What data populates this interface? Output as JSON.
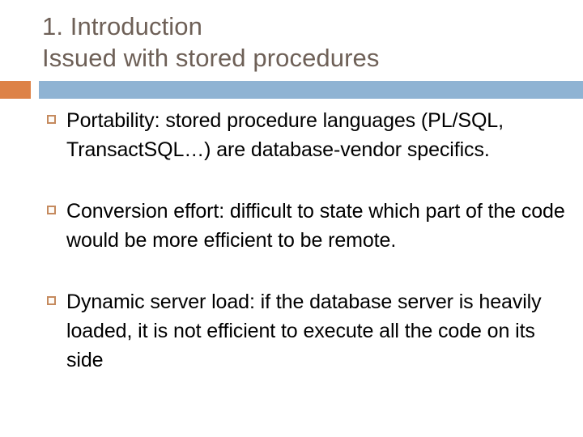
{
  "slide": {
    "title": {
      "line1": "1. Introduction",
      "line2": "Issued with stored procedures"
    },
    "theme": {
      "title_color": "#6E6057",
      "accent_orange": "#DD8247",
      "accent_blue": "#8FB3D3",
      "bullet_border": "#C58A5E",
      "body_text_color": "#000000",
      "background": "#FFFFFF"
    },
    "bullets": [
      {
        "marker": "hollow-square-bullet",
        "text": "Portability: stored procedure languages (PL/SQL, TransactSQL…) are database-vendor specifics."
      },
      {
        "marker": "hollow-square-bullet",
        "text": "Conversion effort: difficult to state which part of the code would be more efficient to be remote."
      },
      {
        "marker": "hollow-square-bullet",
        "text": "Dynamic server load: if the database server is heavily loaded, it is not efficient to execute all the code on its side"
      }
    ]
  }
}
